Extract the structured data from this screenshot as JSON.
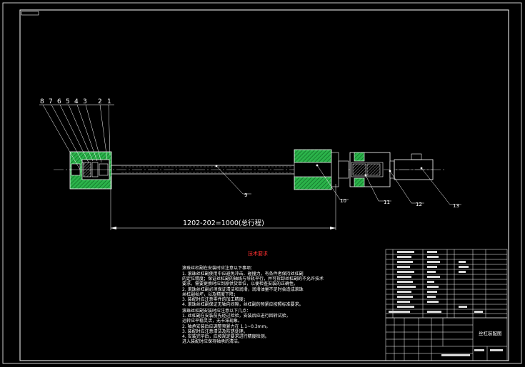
{
  "colors": {
    "background": "#000000",
    "line": "#ffffff",
    "hatch_green": "#2bb34a",
    "centerline": "#cccccc",
    "title_red": "#ff3030"
  },
  "drawing": {
    "balloons_left": [
      "8",
      "7",
      "6",
      "5",
      "4",
      "3",
      "2",
      "1"
    ],
    "balloons_callout": [
      "9",
      "10",
      "11",
      "12",
      "13"
    ],
    "dimension_text": "1202-202=1000(总行程)"
  },
  "notes": {
    "title": "技术要求",
    "lines": [
      "滚珠丝杠副在安装时应注意以下事项：",
      "1. 滚珠丝杠副使用中应避免冲击、碰撞力，有条件者保持丝杠副",
      "   的定位精度；保证丝杠副的轴线与导轨平行，并可拆卸丝杠副的不允许技术",
      "   要求，需要更换时应到原供货单位，以便检查安装的正确性。",
      "2. 滚珠丝杠副必须保证清洁和润滑，润滑油量不足时会造成滚珠",
      "   丝杠副损坏，以及精度下降；",
      "3. 装配时应注意零件的加工精度；",
      "4. 滚珠丝杠副保证无轴向间隙，丝杠副的预紧应按照标准要求。",
      "",
      "滚珠丝杠副安装时应注意以下几点：",
      "1. 丝杠副在安装前先经过检验，安装后应进行回转试验，",
      "   运转应平稳灵活，无卡滞现象。",
      "2. 轴承安装后应调整预紧力在 1.1~0.3mm。",
      "3. 装配时应注意清洁及防锈处理。",
      "4. 安装完毕后，应按规定要求进行精度检测。",
      "   进入装配时应保持轴承的清洁。"
    ]
  },
  "title_block": {
    "drawing_name": "丝杠装配图"
  }
}
